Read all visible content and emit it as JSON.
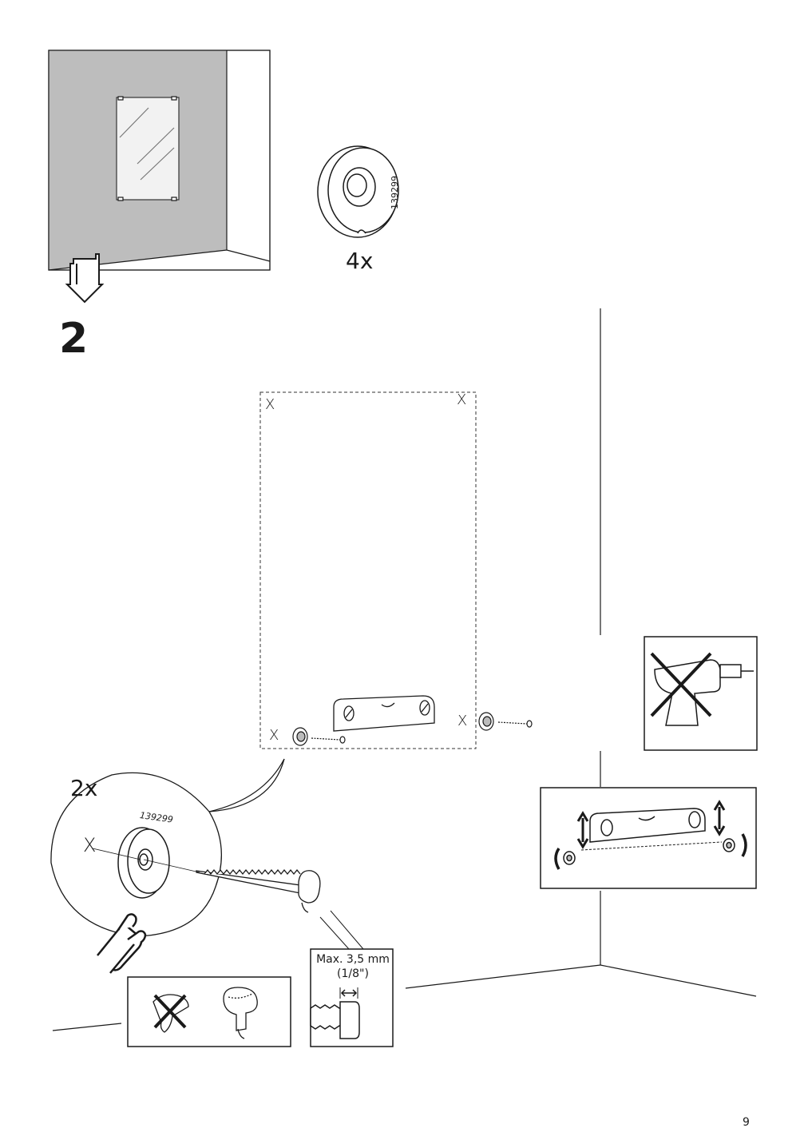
{
  "step": {
    "number": "2"
  },
  "parts": {
    "quantity_top": "4x",
    "article_top": "139299",
    "quantity_bubble": "2x",
    "article_bubble": "139299"
  },
  "marks": {
    "x_mark": "X"
  },
  "screw_spec": {
    "line1": "Max. 3,5 mm",
    "line2": "(1/8\")"
  },
  "footer": {
    "page_number": "9"
  },
  "icons": {
    "step_arrow": "down-arrow-icon",
    "no_power_drill": "no-drill-icon",
    "level_adjust": "level-adjust-icon",
    "no_countersunk": "no-countersunk-screw-icon",
    "pan_head": "pan-head-screw-icon",
    "hand_press": "hand-press-icon"
  }
}
